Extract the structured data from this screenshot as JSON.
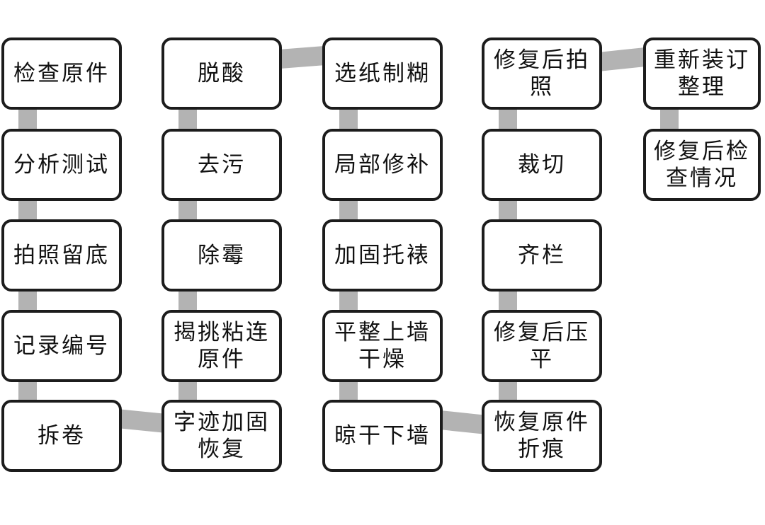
{
  "diagram": {
    "title_hidden": "",
    "background_color": "#ffffff",
    "box_fill": "#ffffff",
    "box_border_color": "#1c1c1c",
    "connector_color": "#b3b3b3",
    "columns": [
      {
        "nodes": [
          {
            "label": "检查原件"
          },
          {
            "label": "分析测试"
          },
          {
            "label": "拍照留底"
          },
          {
            "label": "记录编号"
          },
          {
            "label": "拆卷"
          }
        ]
      },
      {
        "nodes": [
          {
            "label": "脱酸"
          },
          {
            "label": "去污"
          },
          {
            "label": "除霉"
          },
          {
            "label": "揭挑粘连原件"
          },
          {
            "label": "字迹加固恢复"
          }
        ]
      },
      {
        "nodes": [
          {
            "label": "选纸制糊"
          },
          {
            "label": "局部修补"
          },
          {
            "label": "加固托裱"
          },
          {
            "label": "平整上墙干燥"
          },
          {
            "label": "晾干下墙"
          }
        ]
      },
      {
        "nodes": [
          {
            "label": "修复后拍照"
          },
          {
            "label": "裁切"
          },
          {
            "label": "齐栏"
          },
          {
            "label": "修复后压平"
          },
          {
            "label": "恢复原件折痕"
          }
        ]
      },
      {
        "nodes": [
          {
            "label": "重新装订整理"
          },
          {
            "label": "修复后检查情况"
          }
        ]
      }
    ],
    "edges": [
      {
        "from": "检查原件",
        "to": "分析测试"
      },
      {
        "from": "分析测试",
        "to": "拍照留底"
      },
      {
        "from": "拍照留底",
        "to": "记录编号"
      },
      {
        "from": "记录编号",
        "to": "拆卷"
      },
      {
        "from": "拆卷",
        "to": "字迹加固恢复"
      },
      {
        "from": "字迹加固恢复",
        "to": "揭挑粘连原件"
      },
      {
        "from": "揭挑粘连原件",
        "to": "除霉"
      },
      {
        "from": "除霉",
        "to": "去污"
      },
      {
        "from": "去污",
        "to": "脱酸"
      },
      {
        "from": "脱酸",
        "to": "选纸制糊"
      },
      {
        "from": "选纸制糊",
        "to": "局部修补"
      },
      {
        "from": "局部修补",
        "to": "加固托裱"
      },
      {
        "from": "加固托裱",
        "to": "平整上墙干燥"
      },
      {
        "from": "平整上墙干燥",
        "to": "晾干下墙"
      },
      {
        "from": "晾干下墙",
        "to": "恢复原件折痕"
      },
      {
        "from": "恢复原件折痕",
        "to": "修复后压平"
      },
      {
        "from": "修复后压平",
        "to": "齐栏"
      },
      {
        "from": "齐栏",
        "to": "裁切"
      },
      {
        "from": "裁切",
        "to": "修复后拍照"
      },
      {
        "from": "修复后拍照",
        "to": "重新装订整理"
      },
      {
        "from": "重新装订整理",
        "to": "修复后检查情况"
      }
    ]
  }
}
